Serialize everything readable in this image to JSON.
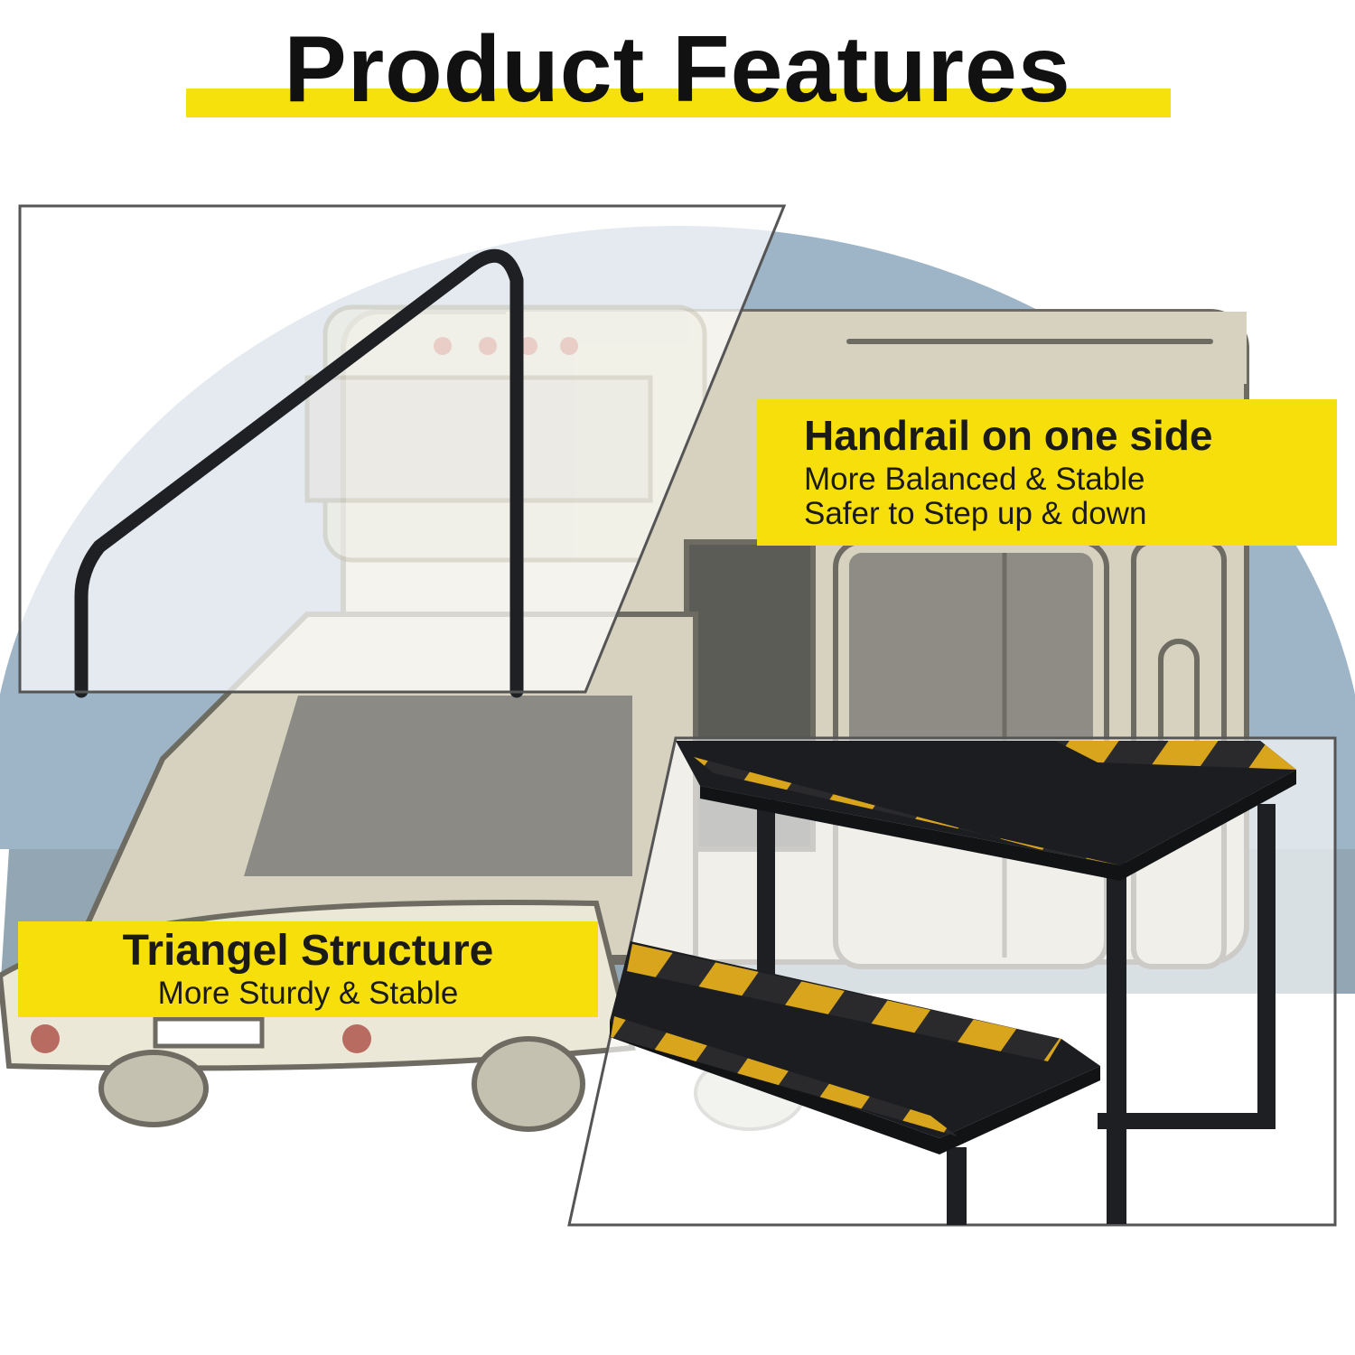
{
  "header": {
    "title": "Product Features"
  },
  "features": {
    "handrail": {
      "title": "Handrail on one side",
      "line1": "More Balanced & Stable",
      "line2": "Safer to Step up & down"
    },
    "triangle": {
      "title": "Triangel Structure",
      "line1": "More Sturdy & Stable"
    }
  },
  "colors": {
    "accent_yellow": "#f7df0c",
    "step_black": "#1c1d20",
    "stripe_yellow": "#d9a51c",
    "rv_body": "#d6d2bf",
    "sky_blue": "#9db5c7"
  }
}
